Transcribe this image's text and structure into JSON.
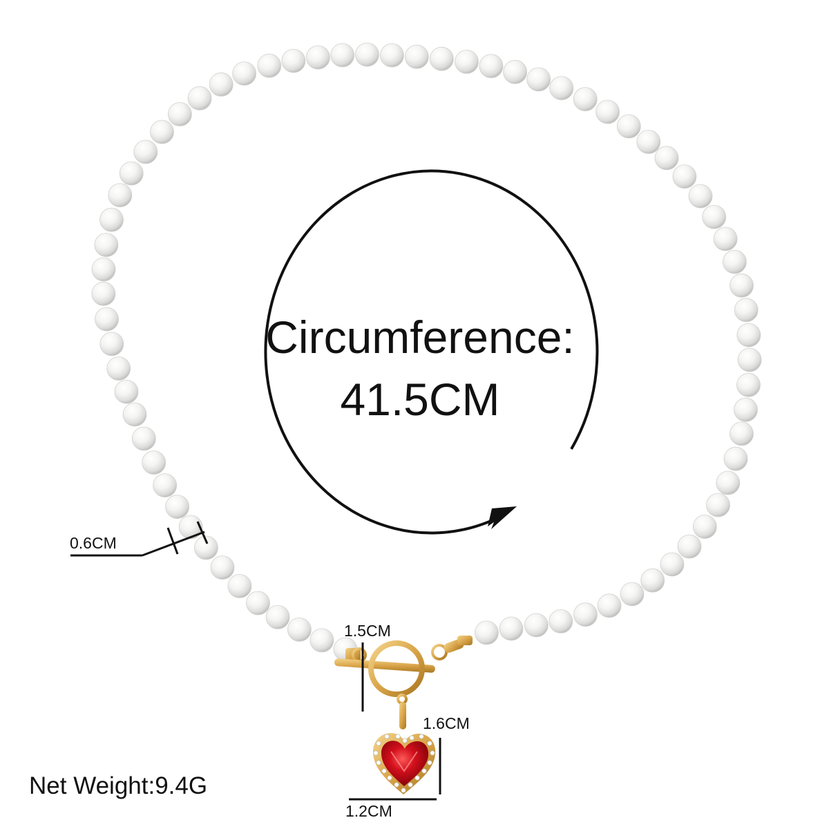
{
  "circumference": {
    "label": "Circumference:",
    "value": "41.5CM"
  },
  "dimensions": {
    "bead_diameter": "0.6CM",
    "toggle_ring": "1.5CM",
    "pendant_height": "1.6CM",
    "pendant_width": "1.2CM"
  },
  "net_weight": "Net Weight:9.4G",
  "colors": {
    "pearl": "#f4f4f2",
    "pearl_shadow": "#c8c8c6",
    "gold": "#d9a54a",
    "gem_red": "#c8101c",
    "ink": "#111111",
    "background": "#ffffff"
  },
  "icons": [
    "pearl-necklace-photo",
    "toggle-clasp",
    "heart-pendant",
    "circular-arrow"
  ]
}
